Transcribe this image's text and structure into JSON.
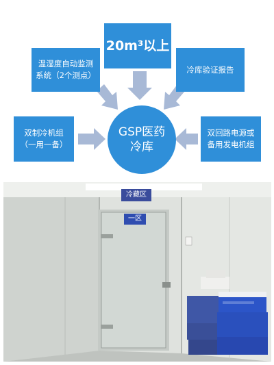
{
  "diagram": {
    "center_line1": "GSP医药",
    "center_line2": "冷库",
    "top_box": "20m³以上",
    "top_left_line1": "温湿度自动监测",
    "top_left_line2": "系统（2个测点）",
    "top_right": "冷库验证报告",
    "left_line1": "双制冷机组",
    "left_line2": "（一用一备）",
    "right_line1": "双回路电源或",
    "right_line2": "备用发电机组",
    "colors": {
      "box": "#2f8fd9",
      "arrow": "#a8b9d6"
    }
  },
  "photo": {
    "sign_top": "冷藏区",
    "sign_door": "一区"
  }
}
